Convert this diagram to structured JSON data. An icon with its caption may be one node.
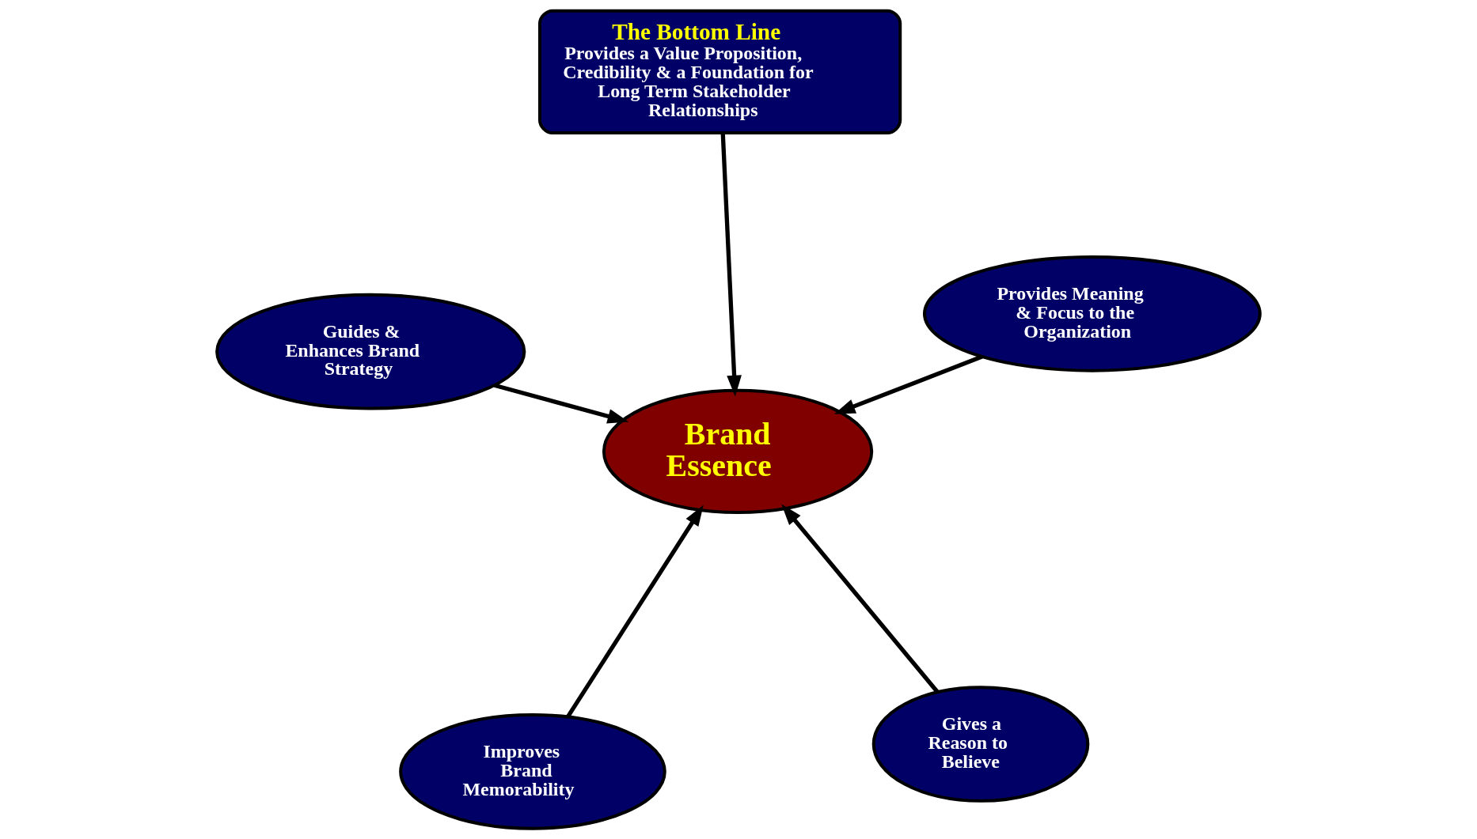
{
  "diagram": {
    "nodes": [
      {
        "text": [
          "Brand Essence"
        ]
      },
      {
        "text": [
          "Gives a Reason to Believe"
        ]
      },
      {
        "text": [
          "Improves Brand Memorability"
        ]
      },
      {
        "text": [
          "Guides & Enhances Brand Strategy"
        ]
      },
      {
        "text": [
          "Provides Meaning & Focus to the Organization"
        ]
      },
      {
        "text": [
          "The Bottom Line",
          "Provides a Value Proposition, Credibility & a Foundation for Long Term Stakeholder Relationships"
        ]
      }
    ],
    "edges": [
      {
        "from": 1,
        "to": 0,
        "arrow": "to"
      },
      {
        "from": 2,
        "to": 0,
        "arrow": "to"
      },
      {
        "from": 3,
        "to": 0,
        "arrow": "to"
      },
      {
        "from": 4,
        "to": 0,
        "arrow": "to"
      },
      {
        "from": 5,
        "to": 0,
        "arrow": "to"
      }
    ]
  }
}
